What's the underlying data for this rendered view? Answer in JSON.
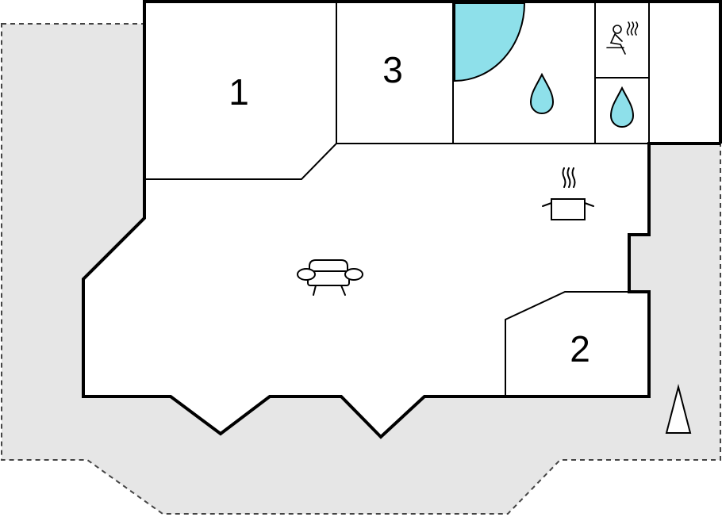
{
  "floor_plan": {
    "rooms": [
      {
        "label": "1",
        "type": "bedroom"
      },
      {
        "label": "3",
        "type": "bedroom"
      },
      {
        "label": "2",
        "type": "bedroom"
      }
    ],
    "icons": [
      "shower-drop-icon",
      "toilet-drop-icon",
      "sauna-icon",
      "kitchen-pot-icon",
      "sofa-icon",
      "north-arrow-icon"
    ]
  },
  "colors": {
    "terrain": "#e6e6e6",
    "walls": "#000000",
    "water": "#8ee0ea",
    "floor": "#ffffff"
  }
}
